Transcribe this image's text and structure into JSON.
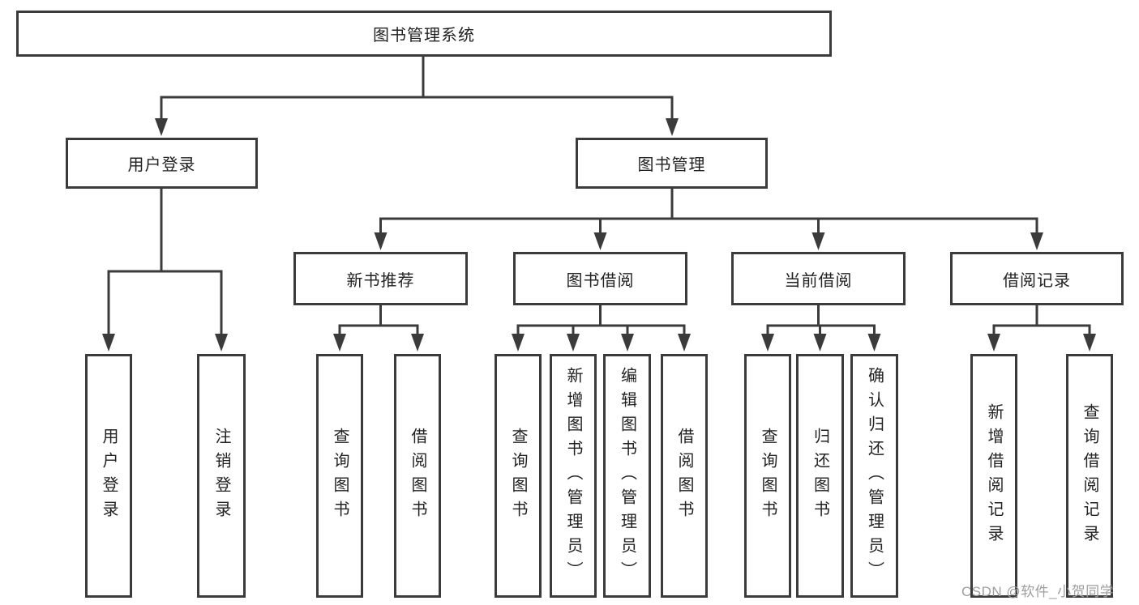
{
  "tree": {
    "root": {
      "label": "图书管理系统",
      "children": [
        {
          "label": "用户登录",
          "children": [
            {
              "label": "用户登录"
            },
            {
              "label": "注销登录"
            }
          ]
        },
        {
          "label": "图书管理",
          "children": [
            {
              "label": "新书推荐",
              "children": [
                {
                  "label": "查询图书"
                },
                {
                  "label": "借阅图书"
                }
              ]
            },
            {
              "label": "图书借阅",
              "children": [
                {
                  "label": "查询图书"
                },
                {
                  "label": "新增图书（管理员）"
                },
                {
                  "label": "编辑图书（管理员）"
                },
                {
                  "label": "借阅图书"
                }
              ]
            },
            {
              "label": "当前借阅",
              "children": [
                {
                  "label": "查询图书"
                },
                {
                  "label": "归还图书"
                },
                {
                  "label": "确认归还（管理员）"
                }
              ]
            },
            {
              "label": "借阅记录",
              "children": [
                {
                  "label": "新增借阅记录"
                },
                {
                  "label": "查询借阅记录"
                }
              ]
            }
          ]
        }
      ]
    }
  },
  "watermark": {
    "text": "CSDN @软件_小贺同学"
  },
  "colors": {
    "line": "#3b3b3b",
    "box_border": "#3b3b3b",
    "box_background": "#ffffff",
    "text": "#222222",
    "watermark": "#9e9e9e",
    "background": "#ffffff"
  }
}
